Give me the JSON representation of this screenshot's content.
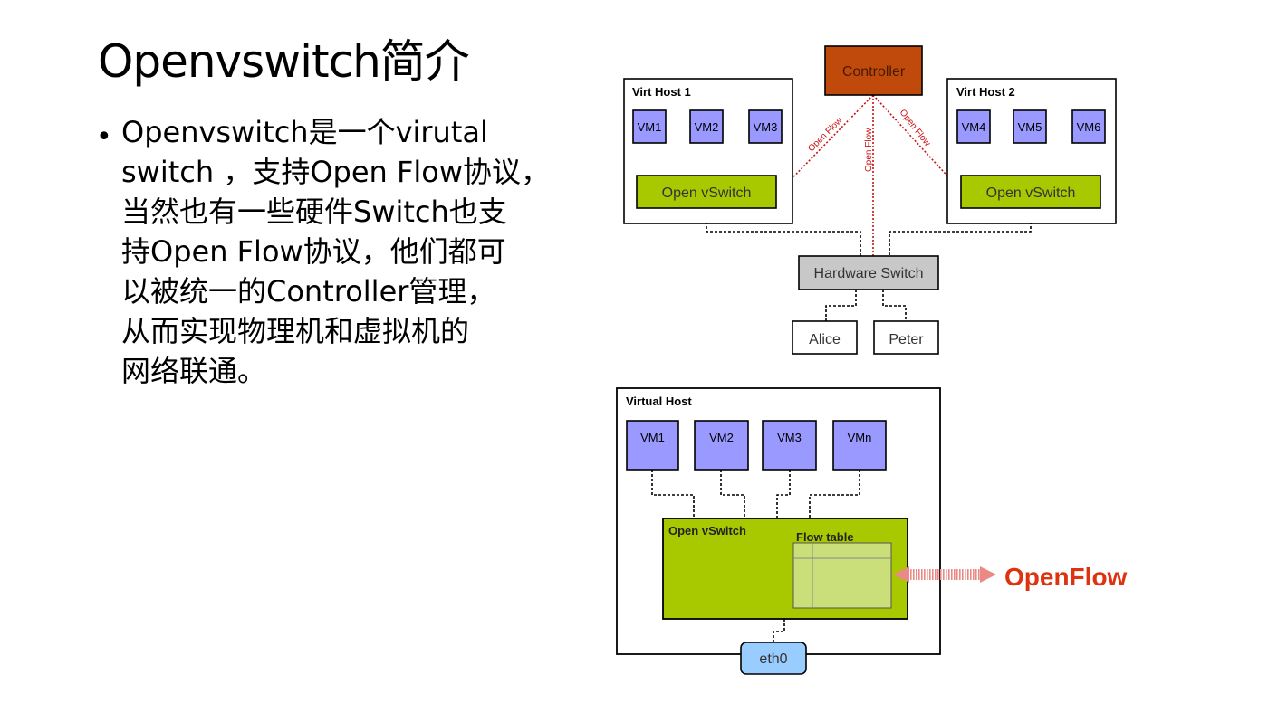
{
  "slide": {
    "title": "Openvswitch简介",
    "bullet_lines": [
      "Openvswitch是一个virutal",
      "switch ，支持Open Flow协议，",
      "当然也有一些硬件Switch也支",
      "持Open Flow协议，他们都可",
      "以被统一的Controller管理，",
      "从而实现物理机和虚拟机的",
      "网络联通。"
    ]
  },
  "top_diagram": {
    "controller": "Controller",
    "host1": {
      "label": "Virt Host 1",
      "vms": [
        "VM1",
        "VM2",
        "VM3"
      ],
      "switch": "Open vSwitch"
    },
    "host2": {
      "label": "Virt Host 2",
      "vms": [
        "VM4",
        "VM5",
        "VM6"
      ],
      "switch": "Open vSwitch"
    },
    "openflow_link": "Open Flow",
    "hardware_switch": "Hardware Switch",
    "endpoints": [
      "Alice",
      "Peter"
    ]
  },
  "bottom_diagram": {
    "host_label": "Virtual Host",
    "vms": [
      "VM1",
      "VM2",
      "VM3",
      "VMn"
    ],
    "switch_label": "Open vSwitch",
    "flow_table": "Flow table",
    "nic": "eth0",
    "protocol": "OpenFlow"
  },
  "colors": {
    "controller_fill": "#c04a0c",
    "vm_fill": "#9999ff",
    "switch_fill": "#a8c800",
    "flow_table_fill": "#cadf7a",
    "hardware_switch_fill": "#c8c8c8",
    "nic_fill": "#99ccff",
    "openflow_red": "#dd3311"
  }
}
